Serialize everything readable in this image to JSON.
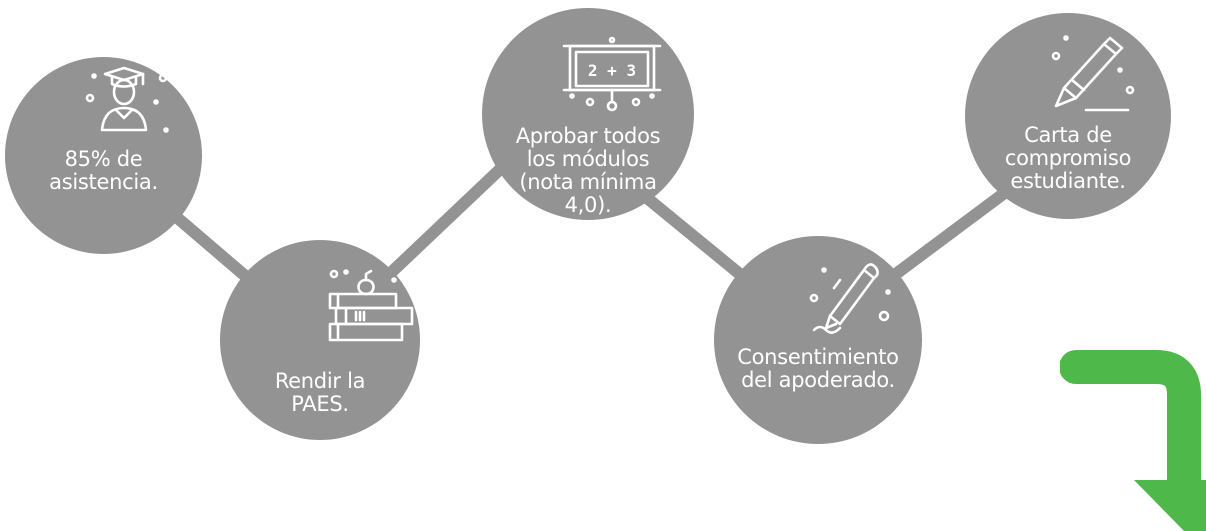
{
  "colors": {
    "node_fill": "#939393",
    "connector": "#939393",
    "icon_stroke": "#ffffff",
    "label_text": "#ffffff",
    "arrow": "#4fb84a"
  },
  "steps": [
    {
      "label": "85% de\nasistencia.",
      "icon": "graduate-student-icon"
    },
    {
      "label": "Rendir la\nPAES.",
      "icon": "books-apple-icon"
    },
    {
      "label": "Aprobar todos\nlos módulos\n(nota mínima\n4,0).",
      "icon": "presentation-board-icon"
    },
    {
      "label": "Consentimiento\ndel apoderado.",
      "icon": "pen-signature-icon"
    },
    {
      "label": "Carta de\ncompromiso\nestudiante.",
      "icon": "marker-pen-icon"
    }
  ],
  "board_text": "2 + 3",
  "arrow": {
    "icon": "turn-down-arrow-icon"
  }
}
